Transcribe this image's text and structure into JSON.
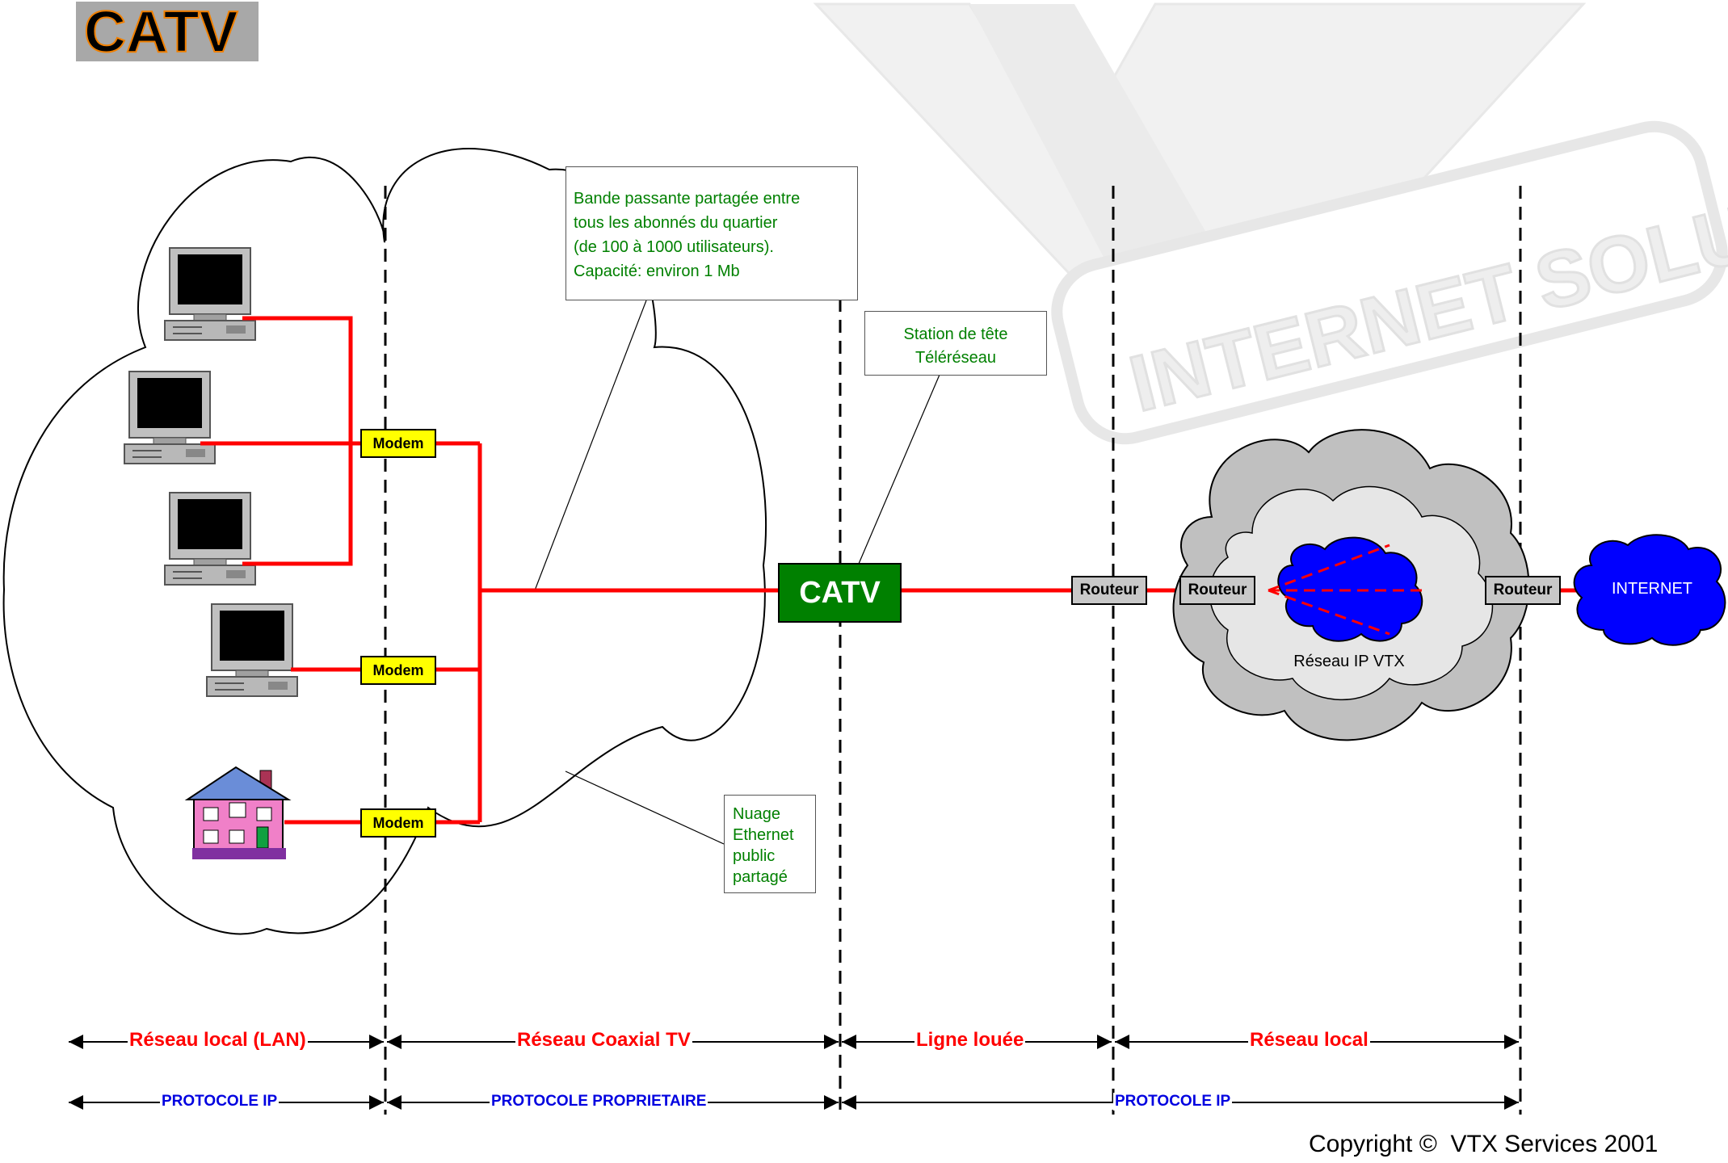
{
  "title": "CATV",
  "watermark": {
    "logo": "VTX",
    "text": "INTERNET SOLUTIONS"
  },
  "callouts": {
    "bandwidth": [
      "Bande passante partagée entre",
      "tous les abonnés du quartier",
      "(de 100 à 1000 utilisateurs).",
      "Capacité: environ 1 Mb"
    ],
    "headend": [
      "Station de tête",
      "Téléréseau"
    ],
    "cloud": [
      "Nuage",
      "Ethernet",
      "public",
      "partagé"
    ]
  },
  "devices": {
    "modem_label": "Modem",
    "catv_label": "CATV",
    "router_label": "Routeur",
    "vtx_network_label": "Réseau IP VTX",
    "internet_label": "INTERNET"
  },
  "segments": [
    {
      "name": "Réseau local (LAN)"
    },
    {
      "name": "Réseau Coaxial TV"
    },
    {
      "name": "Ligne louée"
    },
    {
      "name": "Réseau local"
    }
  ],
  "protocols": [
    {
      "name": "PROTOCOLE IP"
    },
    {
      "name": "PROTOCOLE PROPRIETAIRE"
    },
    {
      "name": "PROTOCOLE IP"
    }
  ],
  "copyright": "Copyright ©  VTX Services 2001",
  "colors": {
    "link": "#ff0000",
    "modem": "#ffff00",
    "catv": "#008000",
    "router": "#c8c8c8",
    "internet": "#0000ff",
    "segment_text": "#ff0000",
    "protocol_text": "#0000e0",
    "callout_text": "#008000"
  }
}
